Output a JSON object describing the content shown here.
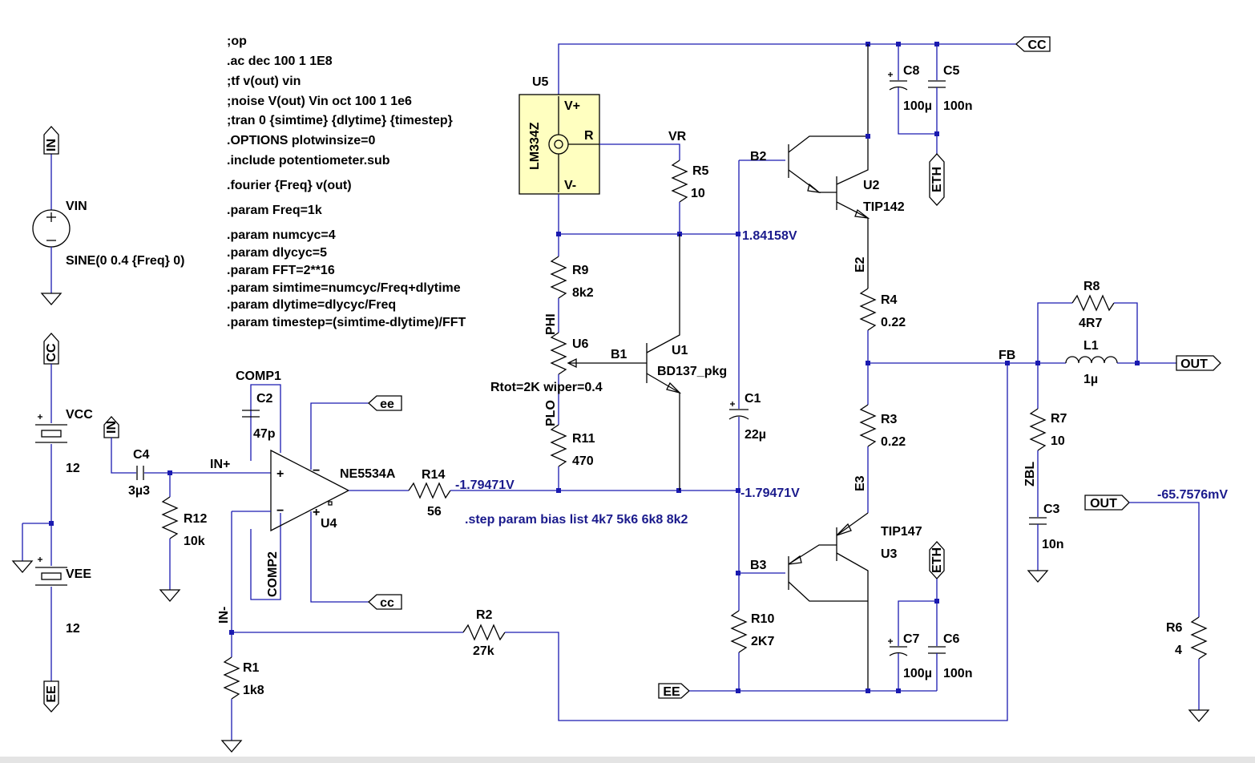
{
  "directives": [
    ";op",
    ".ac dec 100 1 1E8",
    ";tf v(out) vin",
    ";noise V(out) Vin oct 100 1 1e6",
    ";tran 0 {simtime} {dlytime} {timestep}",
    ".OPTIONS plotwinsize=0",
    ".include potentiometer.sub",
    ".fourier {Freq} v(out)",
    ".param Freq=1k",
    ".param numcyc=4",
    ".param dlycyc=5",
    ".param FFT=2**16",
    ".param simtime=numcyc/Freq+dlytime",
    ".param dlytime=dlycyc/Freq",
    ".param timestep=(simtime-dlytime)/FFT"
  ],
  "step_directive": ".step param bias list 4k7 5k6 6k8 8k2",
  "ports": {
    "in_top": "IN",
    "cc_left": "CC",
    "ee_left": "EE",
    "in_mid": "IN",
    "ee_opamp": "ee",
    "cc_opamp": "cc",
    "cc_top": "CC",
    "eth_top": "ETH",
    "eth_bottom": "ETH",
    "ee_bottom": "EE",
    "out_right": "OUT",
    "out_probe": "OUT"
  },
  "sources": {
    "vin": {
      "name": "VIN",
      "value": "SINE(0 0.4 {Freq} 0)"
    },
    "vcc": {
      "name": "VCC",
      "value": "12"
    },
    "vee": {
      "name": "VEE",
      "value": "12"
    }
  },
  "components": {
    "c4": {
      "name": "C4",
      "value": "3µ3"
    },
    "r12": {
      "name": "R12",
      "value": "10k"
    },
    "c2": {
      "name": "C2",
      "value": "47p"
    },
    "opamp": {
      "name": "U4",
      "model": "NE5534A",
      "comp1": "COMP1",
      "comp2": "COMP2",
      "minus": "−",
      "plus": "+"
    },
    "r14": {
      "name": "R14",
      "value": "56"
    },
    "r1": {
      "name": "R1",
      "value": "1k8"
    },
    "r2": {
      "name": "R2",
      "value": "27k"
    },
    "u5": {
      "name": "U5",
      "model": "LM334Z",
      "vplus": "V+",
      "vminus": "V-",
      "r": "R"
    },
    "r5": {
      "name": "R5",
      "value": "10"
    },
    "r9": {
      "name": "R9",
      "value": "8k2"
    },
    "u6": {
      "name": "U6",
      "value": "Rtot=2K wiper=0.4"
    },
    "r11": {
      "name": "R11",
      "value": "470"
    },
    "u1": {
      "name": "U1",
      "model": "BD137_pkg"
    },
    "c1": {
      "name": "C1",
      "value": "22µ"
    },
    "r10": {
      "name": "R10",
      "value": "2K7"
    },
    "u2": {
      "name": "U2",
      "model": "TIP142"
    },
    "u3": {
      "name": "U3",
      "model": "TIP147"
    },
    "r4": {
      "name": "R4",
      "value": "0.22"
    },
    "r3": {
      "name": "R3",
      "value": "0.22"
    },
    "c8": {
      "name": "C8",
      "value": "100µ"
    },
    "c5": {
      "name": "C5",
      "value": "100n"
    },
    "c7": {
      "name": "C7",
      "value": "100µ"
    },
    "c6": {
      "name": "C6",
      "value": "100n"
    },
    "r8": {
      "name": "R8",
      "value": "4R7"
    },
    "l1": {
      "name": "L1",
      "value": "1µ"
    },
    "r7": {
      "name": "R7",
      "value": "10"
    },
    "c3": {
      "name": "C3",
      "value": "10n"
    },
    "r6": {
      "name": "R6",
      "value": "4"
    }
  },
  "net_labels": {
    "in_plus": "IN+",
    "in_minus": "IN-",
    "vr": "VR",
    "phi": "PHI",
    "plo": "PLO",
    "b1": "B1",
    "b2": "B2",
    "b3": "B3",
    "e2": "E2",
    "e3": "E3",
    "fb": "FB",
    "zbl": "ZBL"
  },
  "voltages": {
    "v_top": "1.84158V",
    "v_out_opamp": "-1.79471V",
    "v_mid": "-1.79471V",
    "v_out": "-65.7576mV"
  },
  "colors": {
    "wire": "#1a1ab0",
    "component": "#000000",
    "voltage_text": "#1a1a8c",
    "lm334_fill": "#ffffc0"
  }
}
